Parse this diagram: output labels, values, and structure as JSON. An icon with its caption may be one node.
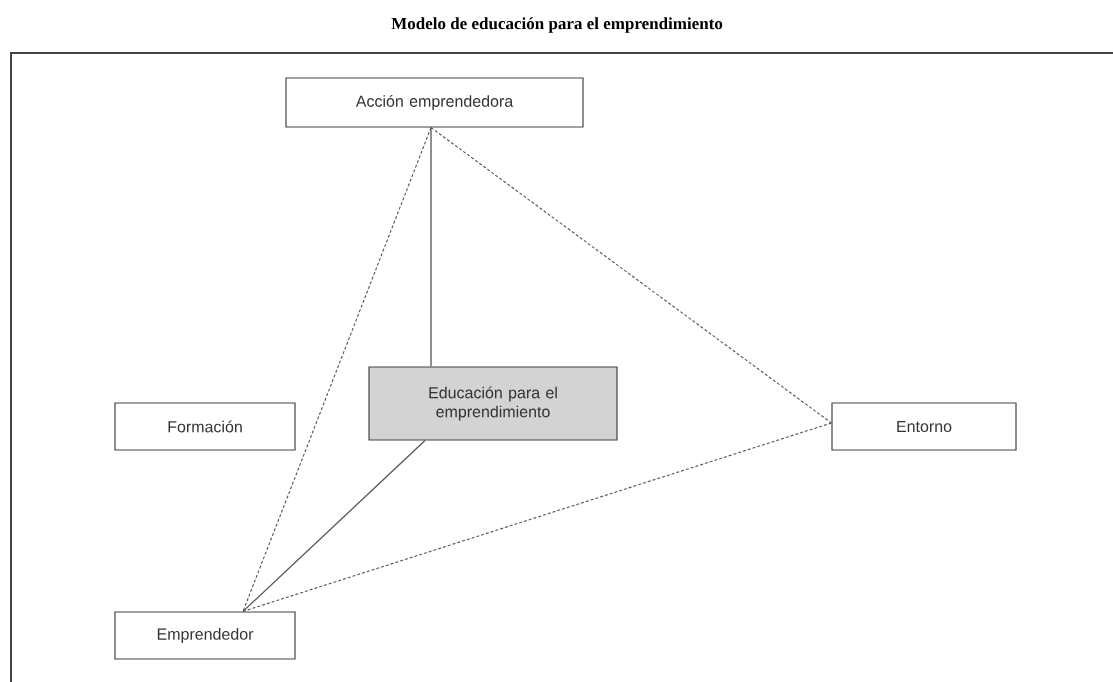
{
  "diagram": {
    "title": "Modelo de educación para el emprendimiento",
    "nodes": [
      {
        "text": [
          "Acción emprendedora"
        ]
      },
      {
        "text": [
          "Formación"
        ]
      },
      {
        "text": [
          "Educación para el emprendimiento"
        ]
      },
      {
        "text": [
          "Entorno"
        ]
      },
      {
        "text": [
          "Emprendedor"
        ]
      }
    ],
    "edges": [
      {
        "from": 0,
        "to": 3,
        "arrow": "none",
        "style": "dashed"
      },
      {
        "from": 0,
        "to": 4,
        "arrow": "none",
        "style": "dashed"
      },
      {
        "from": 4,
        "to": 3,
        "arrow": "none",
        "style": "dashed"
      },
      {
        "from": 0,
        "to": 2,
        "arrow": "none"
      },
      {
        "from": 2,
        "to": 4,
        "arrow": "none"
      }
    ]
  }
}
